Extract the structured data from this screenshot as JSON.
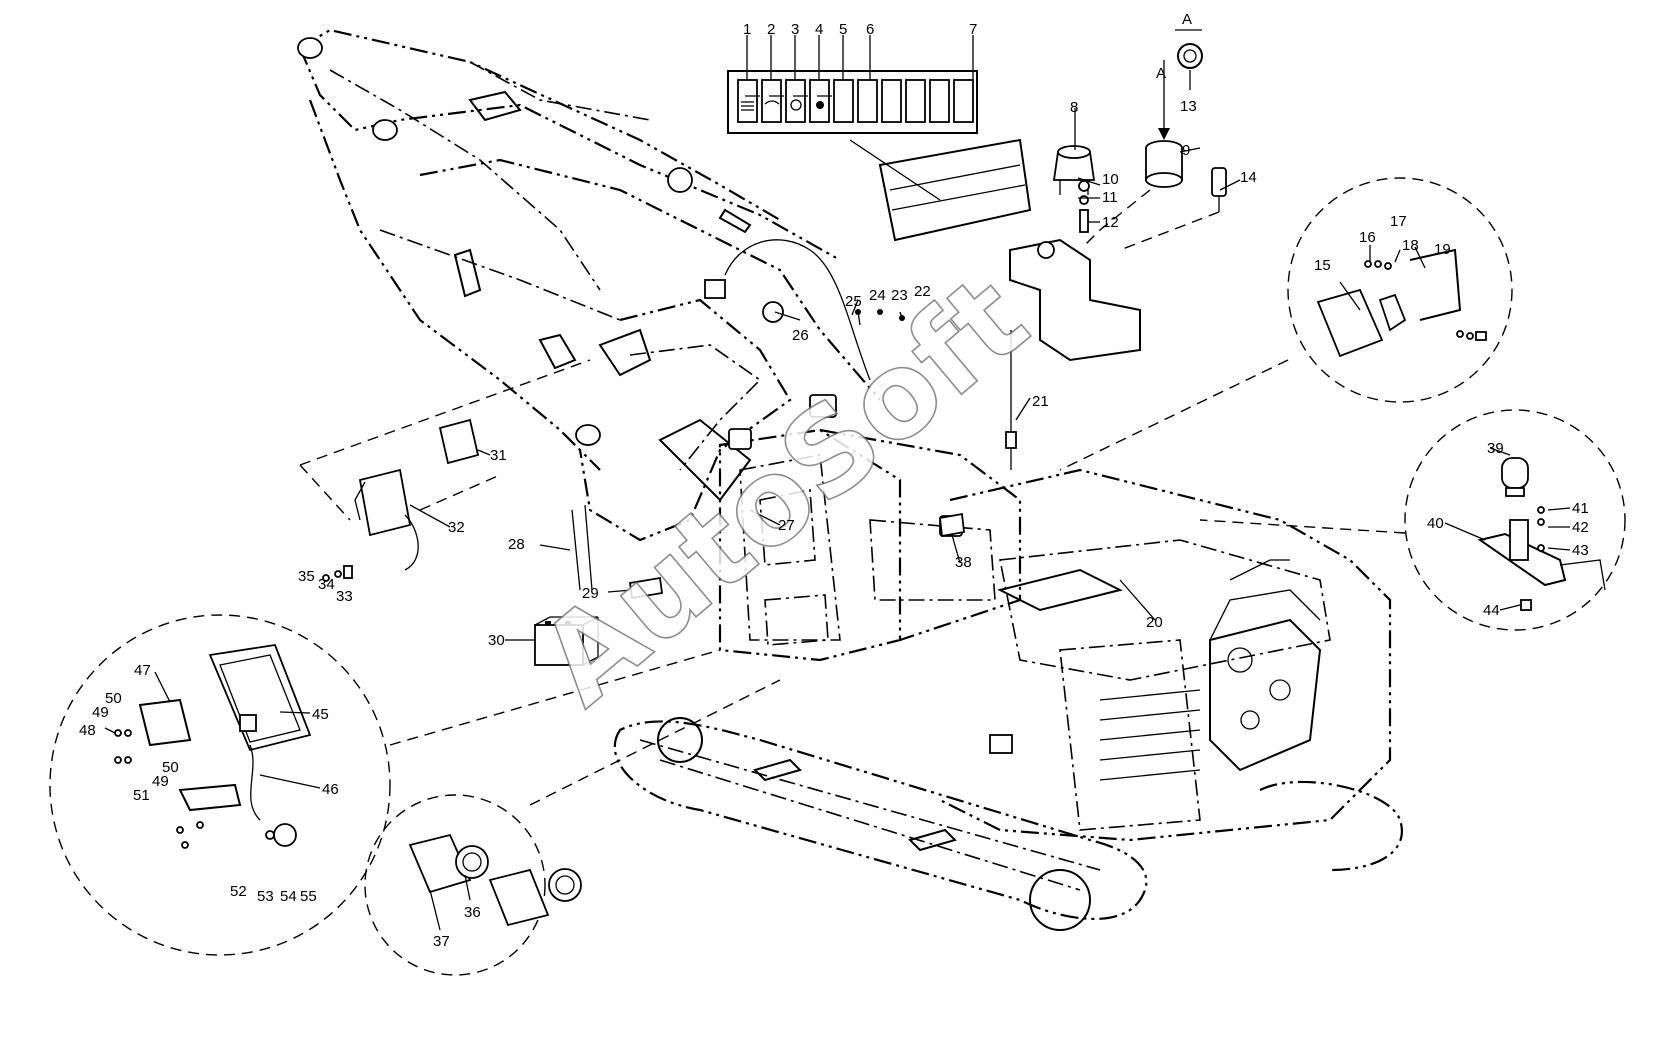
{
  "watermark": "AutoSoft",
  "view_label": {
    "section": "A",
    "arrow": "A"
  },
  "callouts": [
    "1",
    "2",
    "3",
    "4",
    "5",
    "6",
    "7",
    "8",
    "9",
    "10",
    "11",
    "12",
    "13",
    "14",
    "15",
    "16",
    "17",
    "18",
    "19",
    "20",
    "21",
    "22",
    "23",
    "24",
    "25",
    "26",
    "27",
    "28",
    "29",
    "30",
    "31",
    "32",
    "33",
    "34",
    "35",
    "36",
    "37",
    "38",
    "39",
    "40",
    "41",
    "42",
    "43",
    "44",
    "45",
    "46",
    "47",
    "48",
    "49",
    "49",
    "50",
    "50",
    "51",
    "52",
    "53",
    "54",
    "55"
  ]
}
